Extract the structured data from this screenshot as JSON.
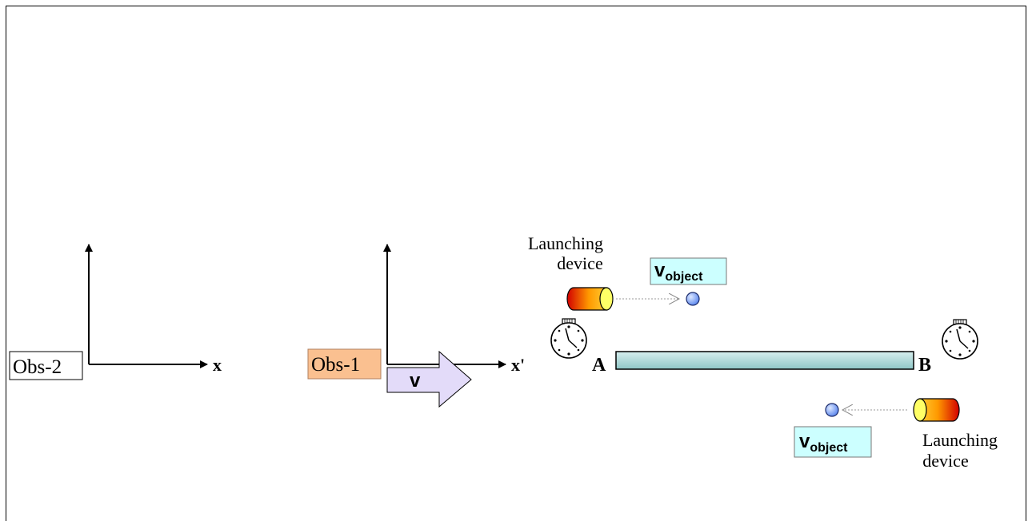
{
  "frames": {
    "obs2": {
      "label": "Obs-2",
      "axis_label": "x",
      "box_fill": "#ffffff"
    },
    "obs1": {
      "label": "Obs-1",
      "axis_label": "x'",
      "box_fill": "#FAC090",
      "velocity_label": "v",
      "arrow_fill": "#E3DBF9"
    }
  },
  "rod": {
    "fill": "#B6DDDD",
    "end_a": "A",
    "end_b": "B"
  },
  "launchers": {
    "top": {
      "label_line1": "Launching",
      "label_line2": "device",
      "velocity_main": "v",
      "velocity_sub": "object",
      "box_fill": "#CCFFFF"
    },
    "bottom": {
      "label_line1": "Launching",
      "label_line2": "device",
      "velocity_main": "v",
      "velocity_sub": "object",
      "box_fill": "#CCFFFF"
    }
  },
  "colors": {
    "ball": "#6E97F2",
    "barrel_start": "#D20000",
    "barrel_mid": "#FF9900",
    "barrel_cap": "#FFFF66",
    "dotted_line": "#9A9A9A"
  },
  "icons": [
    "stopwatch-icon",
    "launcher-icon",
    "ball-icon"
  ]
}
